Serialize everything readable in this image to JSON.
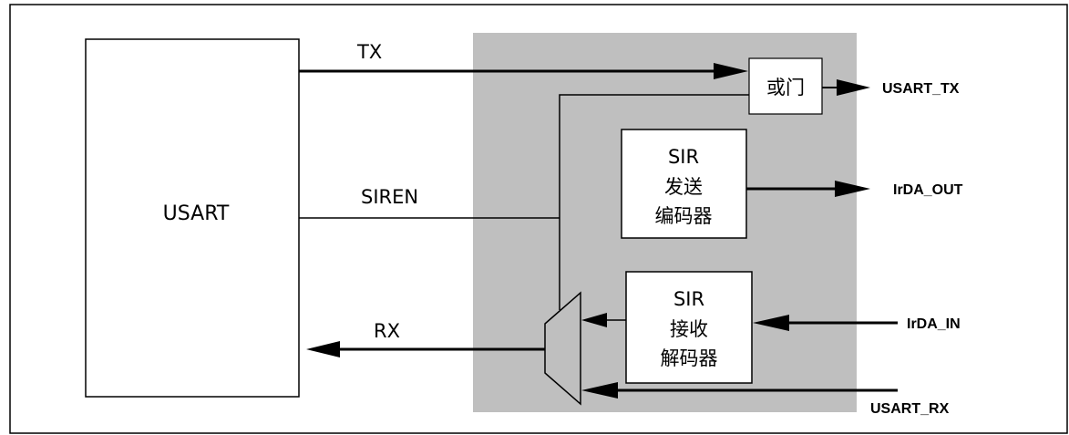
{
  "blocks": {
    "usart": "USART",
    "or_gate": "或门",
    "sir_encoder": [
      "SIR",
      "发送",
      "编码器"
    ],
    "sir_decoder": [
      "SIR",
      "接收",
      "解码器"
    ]
  },
  "signals": {
    "tx": "TX",
    "siren": "SIREN",
    "rx": "RX"
  },
  "pins": {
    "usart_tx": "USART_TX",
    "irda_out": "IrDA_OUT",
    "irda_in": "IrDA_IN",
    "usart_rx": "USART_RX"
  },
  "colors": {
    "panel": "#bfbfbf",
    "line": "#000000",
    "box_fill": "#ffffff"
  }
}
